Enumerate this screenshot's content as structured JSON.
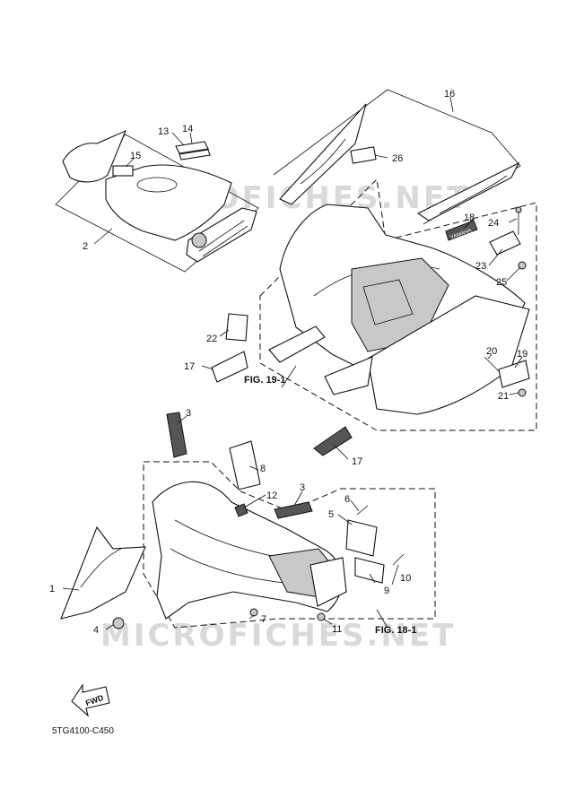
{
  "watermarks": {
    "upper": "MICROFICHES.NET",
    "lower": "MICROFICHES.NET"
  },
  "figure_refs": {
    "fig_19_1": "FIG. 19-1",
    "fig_18_1": "FIG. 18-1"
  },
  "direction_label": "FWD",
  "diagram_code": "5TG4100-C450",
  "decal_text": "YAMAHA",
  "callouts": {
    "c1": "1",
    "c2": "2",
    "c3a": "3",
    "c3b": "3",
    "c4": "4",
    "c5": "5",
    "c6": "6",
    "c7": "7",
    "c8": "8",
    "c9": "9",
    "c10": "10",
    "c11": "11",
    "c12": "12",
    "c13": "13",
    "c14": "14",
    "c15": "15",
    "c16": "16",
    "c17a": "17",
    "c17b": "17",
    "c18": "18",
    "c19": "19",
    "c20": "20",
    "c21": "21",
    "c22": "22",
    "c23": "23",
    "c24": "24",
    "c25": "25",
    "c26": "26"
  }
}
